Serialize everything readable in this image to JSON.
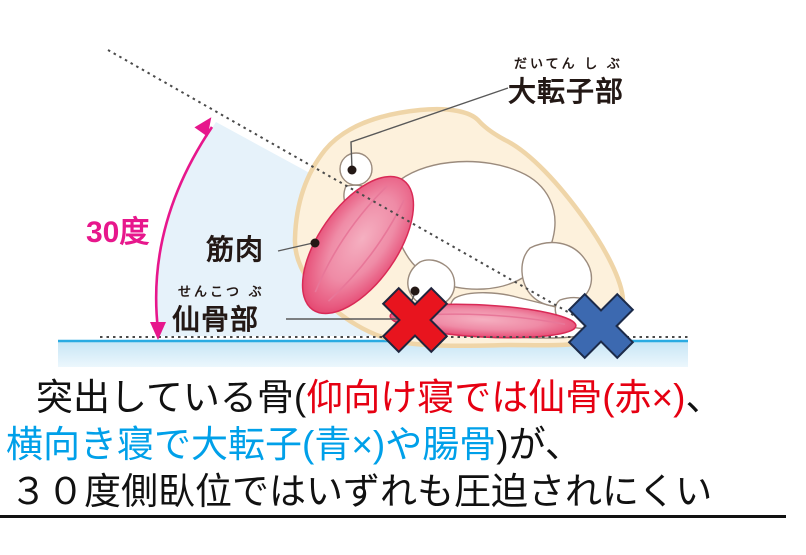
{
  "diagram": {
    "angle_label": "30度",
    "trochanter": {
      "furigana": "だいてん し ぶ",
      "label": "大転子部"
    },
    "muscle": {
      "label": "筋肉"
    },
    "sacrum": {
      "furigana": "せんこつ ぶ",
      "label": "仙骨部"
    },
    "marks": {
      "red_x_icon": "red-x-mark (sacrum contact point)",
      "blue_x_icon": "blue-x-mark (trochanter contact point)"
    }
  },
  "caption": {
    "line1": {
      "part1_black": "突出している骨(",
      "part2_red": "仰向け寝では仙骨(赤×)",
      "part3_black": "、"
    },
    "line2": {
      "part1_blue": "横向き寝で大転子(青×)や腸骨",
      "part2_black": ")が、"
    },
    "line3": {
      "part1_black": "３０度側臥位ではいずれも圧迫されにくい"
    }
  },
  "colors": {
    "angle_pink": "#e7178c",
    "caption_red": "#e60012",
    "caption_blue": "#00a0e9",
    "red_x": "#e8141e",
    "blue_x": "#3c69b0",
    "floor_edge": "#2aabe2",
    "floor_fill": "#cde8f6",
    "wedge_blue": "#e6f2fa",
    "body_cream": "#fdf1dc",
    "muscle_pink": "#e85a80"
  }
}
